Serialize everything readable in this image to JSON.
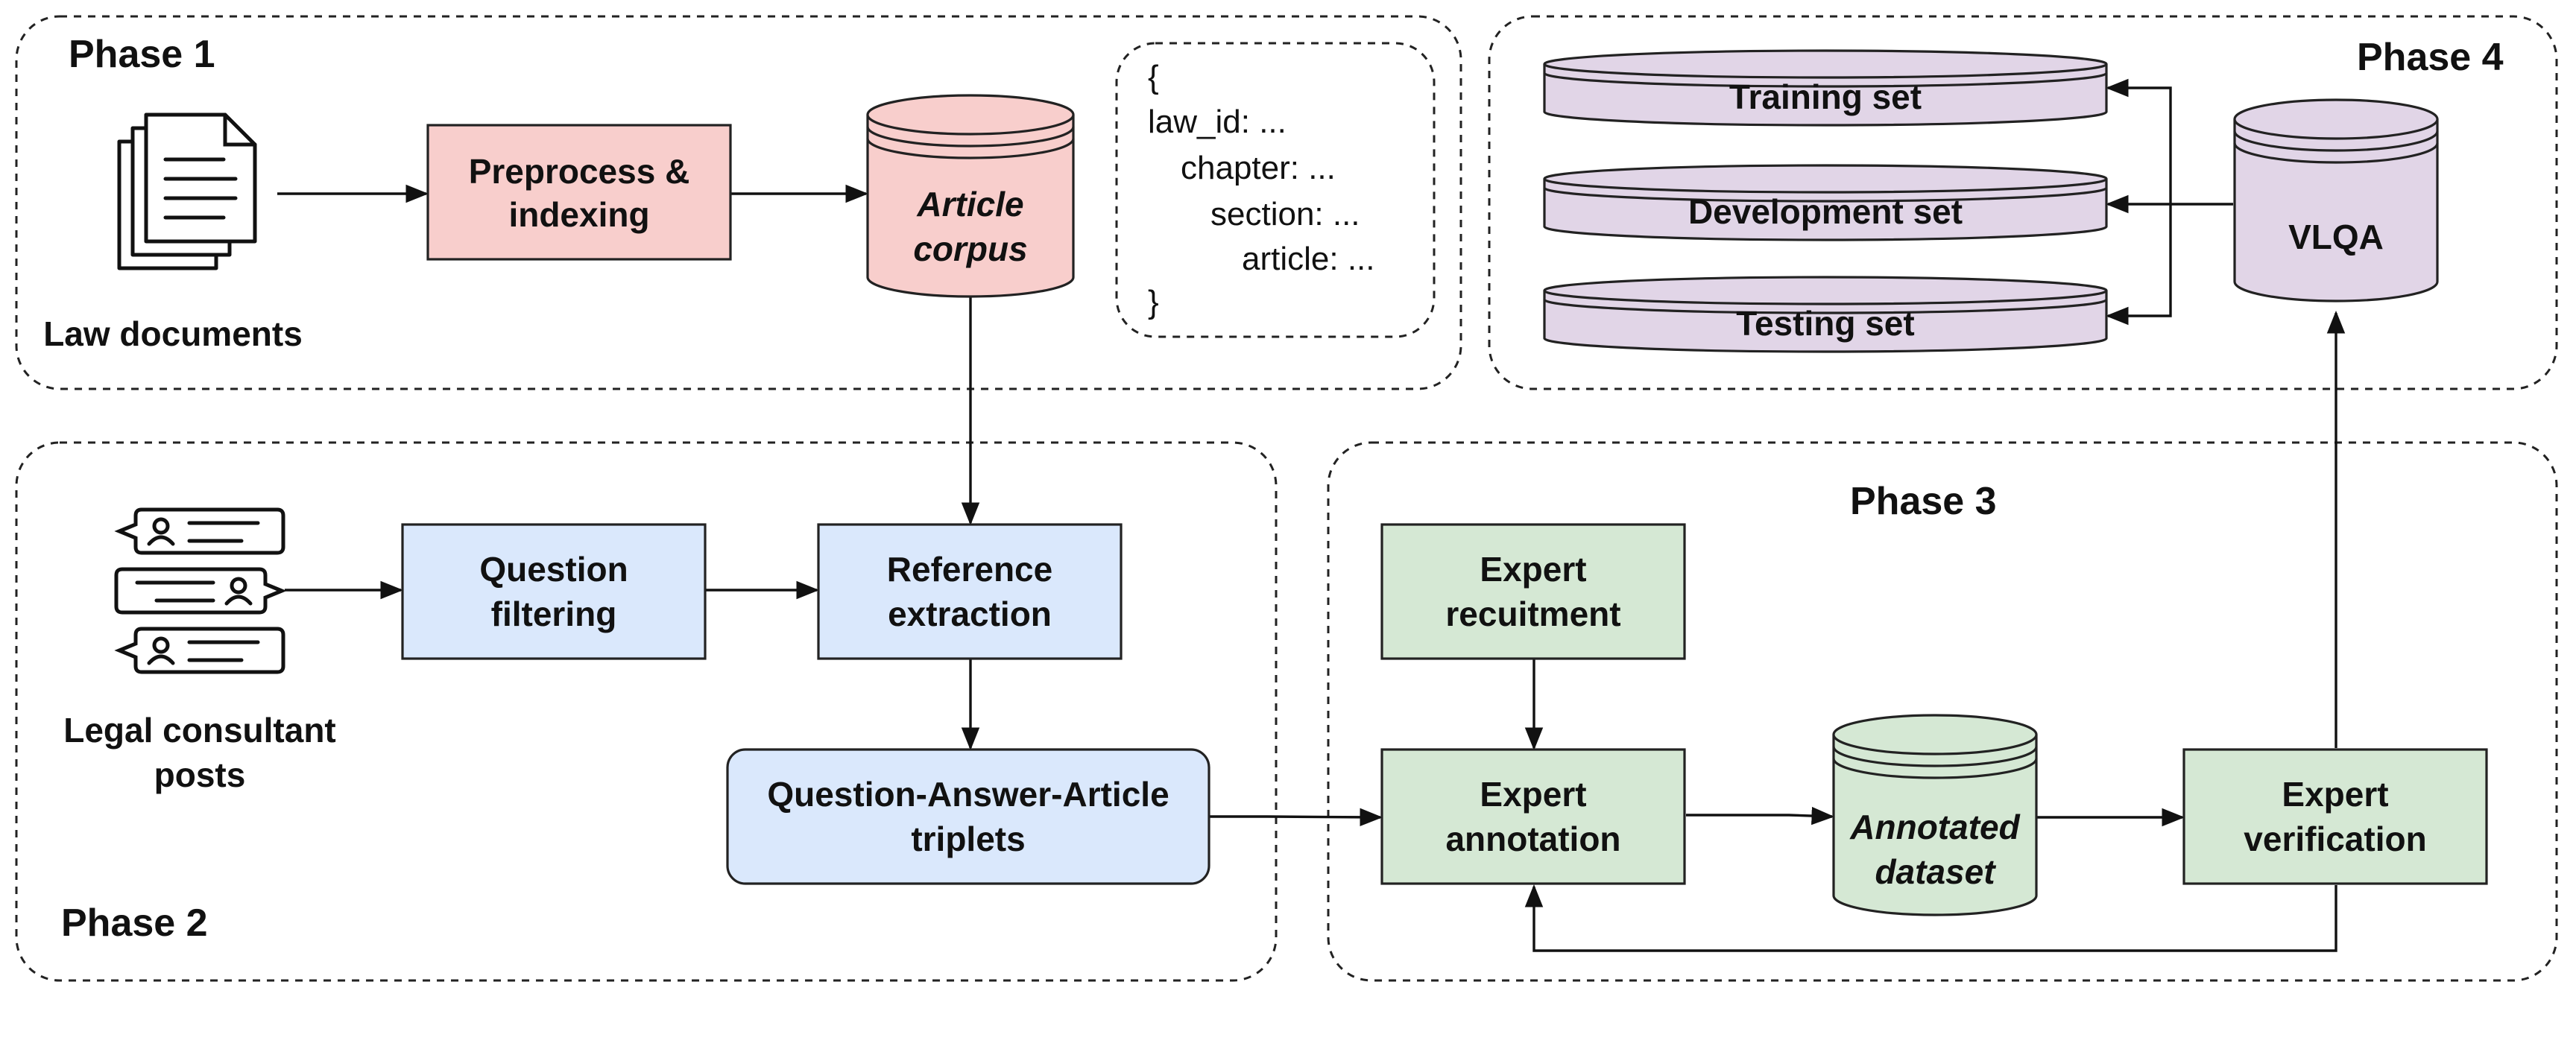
{
  "phases": {
    "p1": "Phase 1",
    "p2": "Phase 2",
    "p3": "Phase 3",
    "p4": "Phase 4"
  },
  "phase1": {
    "law_docs_label": "Law documents",
    "preprocess_line1": "Preprocess &",
    "preprocess_line2": "indexing",
    "corpus_line1": "Article",
    "corpus_line2": "corpus",
    "schema_lines": [
      "{",
      "law_id: ...",
      "chapter: ...",
      "section: ...",
      "article: ...",
      "}"
    ]
  },
  "phase2": {
    "posts_line1": "Legal consultant",
    "posts_line2": "posts",
    "filtering_line1": "Question",
    "filtering_line2": "filtering",
    "reference_line1": "Reference",
    "reference_line2": "extraction",
    "triplets_line1": "Question-Answer-Article",
    "triplets_line2": "triplets"
  },
  "phase3": {
    "recruit_line1": "Expert",
    "recruit_line2": "recuitment",
    "annotation_line1": "Expert",
    "annotation_line2": "annotation",
    "dataset_line1": "Annotated",
    "dataset_line2": "dataset",
    "verification_line1": "Expert",
    "verification_line2": "verification"
  },
  "phase4": {
    "training": "Training set",
    "development": "Development set",
    "testing": "Testing set",
    "vlqa": "VLQA"
  },
  "colors": {
    "phase1_fill": "#f8cecc",
    "phase2_fill": "#dae8fc",
    "phase3_fill": "#d5e8d4",
    "phase4_fill": "#e1d5e7"
  },
  "icons": [
    "documents-icon",
    "chat-posts-icon"
  ]
}
